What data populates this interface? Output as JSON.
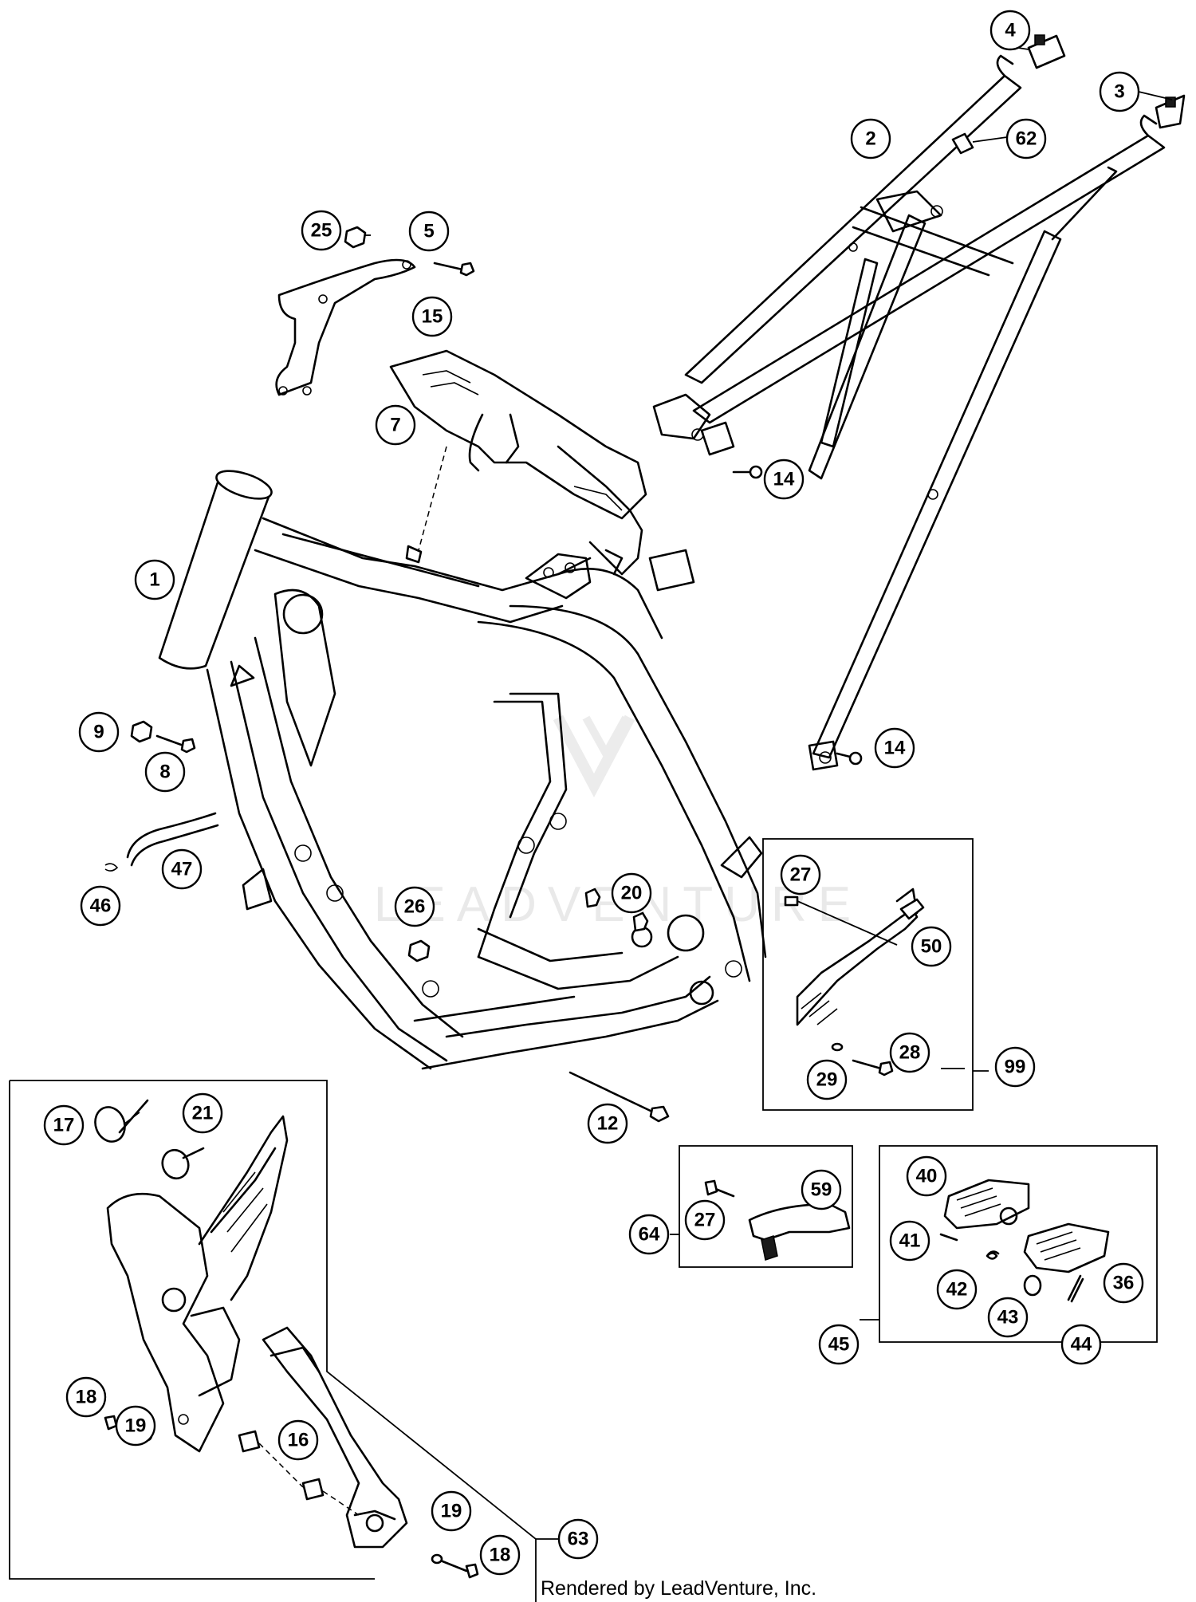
{
  "footer": {
    "credit": "Rendered by LeadVenture, Inc."
  },
  "watermark": {
    "text": "LEADVENTURE"
  },
  "colors": {
    "line": "#000000",
    "background": "#ffffff",
    "watermark": "#e9e9e9"
  },
  "callouts": [
    {
      "id": "c1",
      "label": "1"
    },
    {
      "id": "c2",
      "label": "2"
    },
    {
      "id": "c3",
      "label": "3"
    },
    {
      "id": "c4",
      "label": "4"
    },
    {
      "id": "c5",
      "label": "5"
    },
    {
      "id": "c7",
      "label": "7"
    },
    {
      "id": "c8",
      "label": "8"
    },
    {
      "id": "c9",
      "label": "9"
    },
    {
      "id": "c12",
      "label": "12"
    },
    {
      "id": "c14a",
      "label": "14"
    },
    {
      "id": "c14b",
      "label": "14"
    },
    {
      "id": "c15",
      "label": "15"
    },
    {
      "id": "c16",
      "label": "16"
    },
    {
      "id": "c17",
      "label": "17"
    },
    {
      "id": "c18a",
      "label": "18"
    },
    {
      "id": "c18b",
      "label": "18"
    },
    {
      "id": "c19a",
      "label": "19"
    },
    {
      "id": "c19b",
      "label": "19"
    },
    {
      "id": "c20",
      "label": "20"
    },
    {
      "id": "c21",
      "label": "21"
    },
    {
      "id": "c25",
      "label": "25"
    },
    {
      "id": "c26",
      "label": "26"
    },
    {
      "id": "c27a",
      "label": "27"
    },
    {
      "id": "c27b",
      "label": "27"
    },
    {
      "id": "c28",
      "label": "28"
    },
    {
      "id": "c29",
      "label": "29"
    },
    {
      "id": "c36",
      "label": "36"
    },
    {
      "id": "c40",
      "label": "40"
    },
    {
      "id": "c41",
      "label": "41"
    },
    {
      "id": "c42",
      "label": "42"
    },
    {
      "id": "c43",
      "label": "43"
    },
    {
      "id": "c44",
      "label": "44"
    },
    {
      "id": "c45",
      "label": "45"
    },
    {
      "id": "c46",
      "label": "46"
    },
    {
      "id": "c47",
      "label": "47"
    },
    {
      "id": "c50",
      "label": "50"
    },
    {
      "id": "c59",
      "label": "59"
    },
    {
      "id": "c62",
      "label": "62"
    },
    {
      "id": "c63",
      "label": "63"
    },
    {
      "id": "c64",
      "label": "64"
    },
    {
      "id": "c99",
      "label": "99"
    }
  ]
}
